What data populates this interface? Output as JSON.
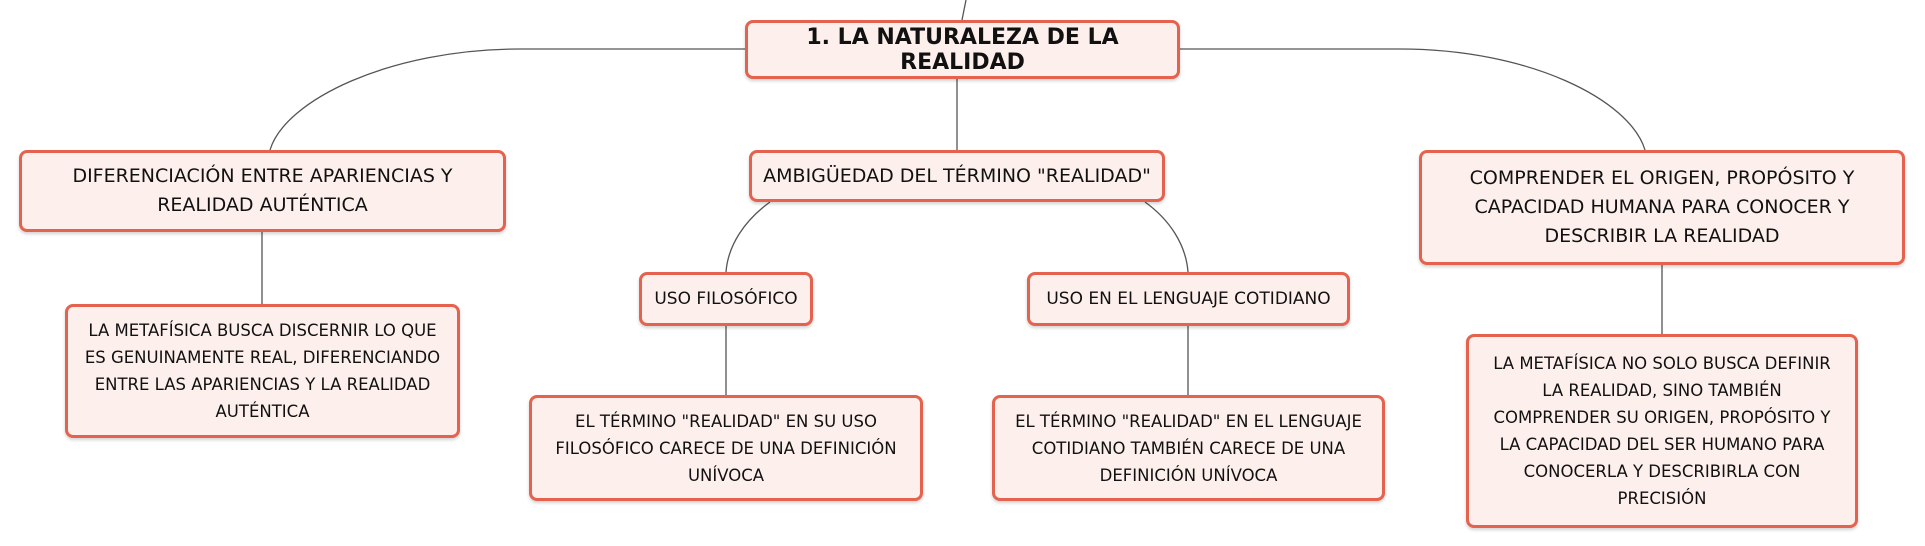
{
  "diagram": {
    "root": {
      "label": "1. LA NATURALEZA DE LA REALIDAD"
    },
    "branch_left": {
      "label": "DIFERENCIACIÓN ENTRE APARIENCIAS Y REALIDAD AUTÉNTICA",
      "child": "LA METAFÍSICA BUSCA DISCERNIR LO QUE ES GENUINAMENTE REAL, DIFERENCIANDO ENTRE LAS APARIENCIAS Y LA REALIDAD AUTÉNTICA"
    },
    "branch_center": {
      "label": "AMBIGÜEDAD DEL TÉRMINO \"REALIDAD\"",
      "sub_left": {
        "label": "USO FILOSÓFICO",
        "child": "EL TÉRMINO \"REALIDAD\" EN SU USO FILOSÓFICO CARECE DE UNA DEFINICIÓN UNÍVOCA"
      },
      "sub_right": {
        "label": "USO EN EL LENGUAJE COTIDIANO",
        "child": "EL TÉRMINO \"REALIDAD\" EN EL LENGUAJE COTIDIANO TAMBIÉN CARECE DE UNA DEFINICIÓN UNÍVOCA"
      }
    },
    "branch_right": {
      "label": "COMPRENDER EL ORIGEN, PROPÓSITO Y CAPACIDAD HUMANA PARA CONOCER Y DESCRIBIR LA REALIDAD",
      "child": "LA METAFÍSICA NO SOLO BUSCA DEFINIR LA REALIDAD, SINO TAMBIÉN COMPRENDER SU ORIGEN, PROPÓSITO Y LA CAPACIDAD DEL SER HUMANO PARA CONOCERLA Y DESCRIBIRLA CON PRECISIÓN"
    },
    "colors": {
      "node_border": "#e5624e",
      "node_fill": "#fdf0ec",
      "connector": "#555555"
    }
  }
}
